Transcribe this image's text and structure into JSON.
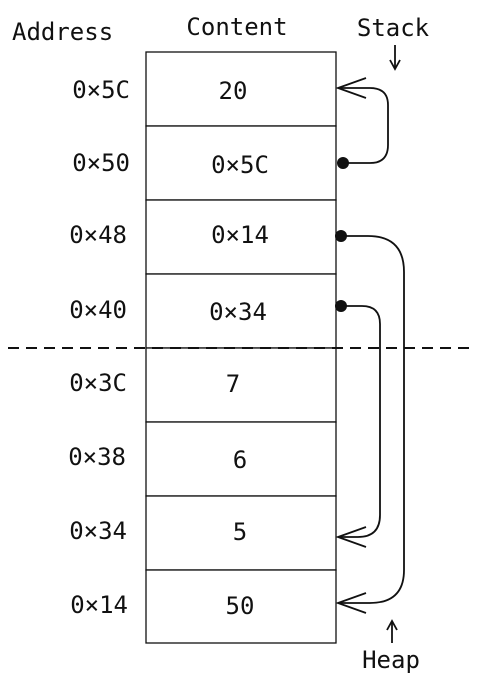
{
  "headers": {
    "address": "Address",
    "content": "Content",
    "stack": "Stack",
    "heap": "Heap"
  },
  "rows": [
    {
      "address": "0×5C",
      "content": "20"
    },
    {
      "address": "0×50",
      "content": "0×5C"
    },
    {
      "address": "0×48",
      "content": "0×14"
    },
    {
      "address": "0×40",
      "content": "0×34"
    },
    {
      "address": "0×3C",
      "content": "7"
    },
    {
      "address": "0×38",
      "content": "6"
    },
    {
      "address": "0×34",
      "content": "5"
    },
    {
      "address": "0×14",
      "content": "50"
    }
  ],
  "pointers": [
    {
      "from": "0×50",
      "to": "0×5C"
    },
    {
      "from": "0×48",
      "to": "0×14"
    },
    {
      "from": "0×40",
      "to": "0×34"
    }
  ],
  "colors": {
    "ink": "#111111",
    "background": "#ffffff"
  }
}
